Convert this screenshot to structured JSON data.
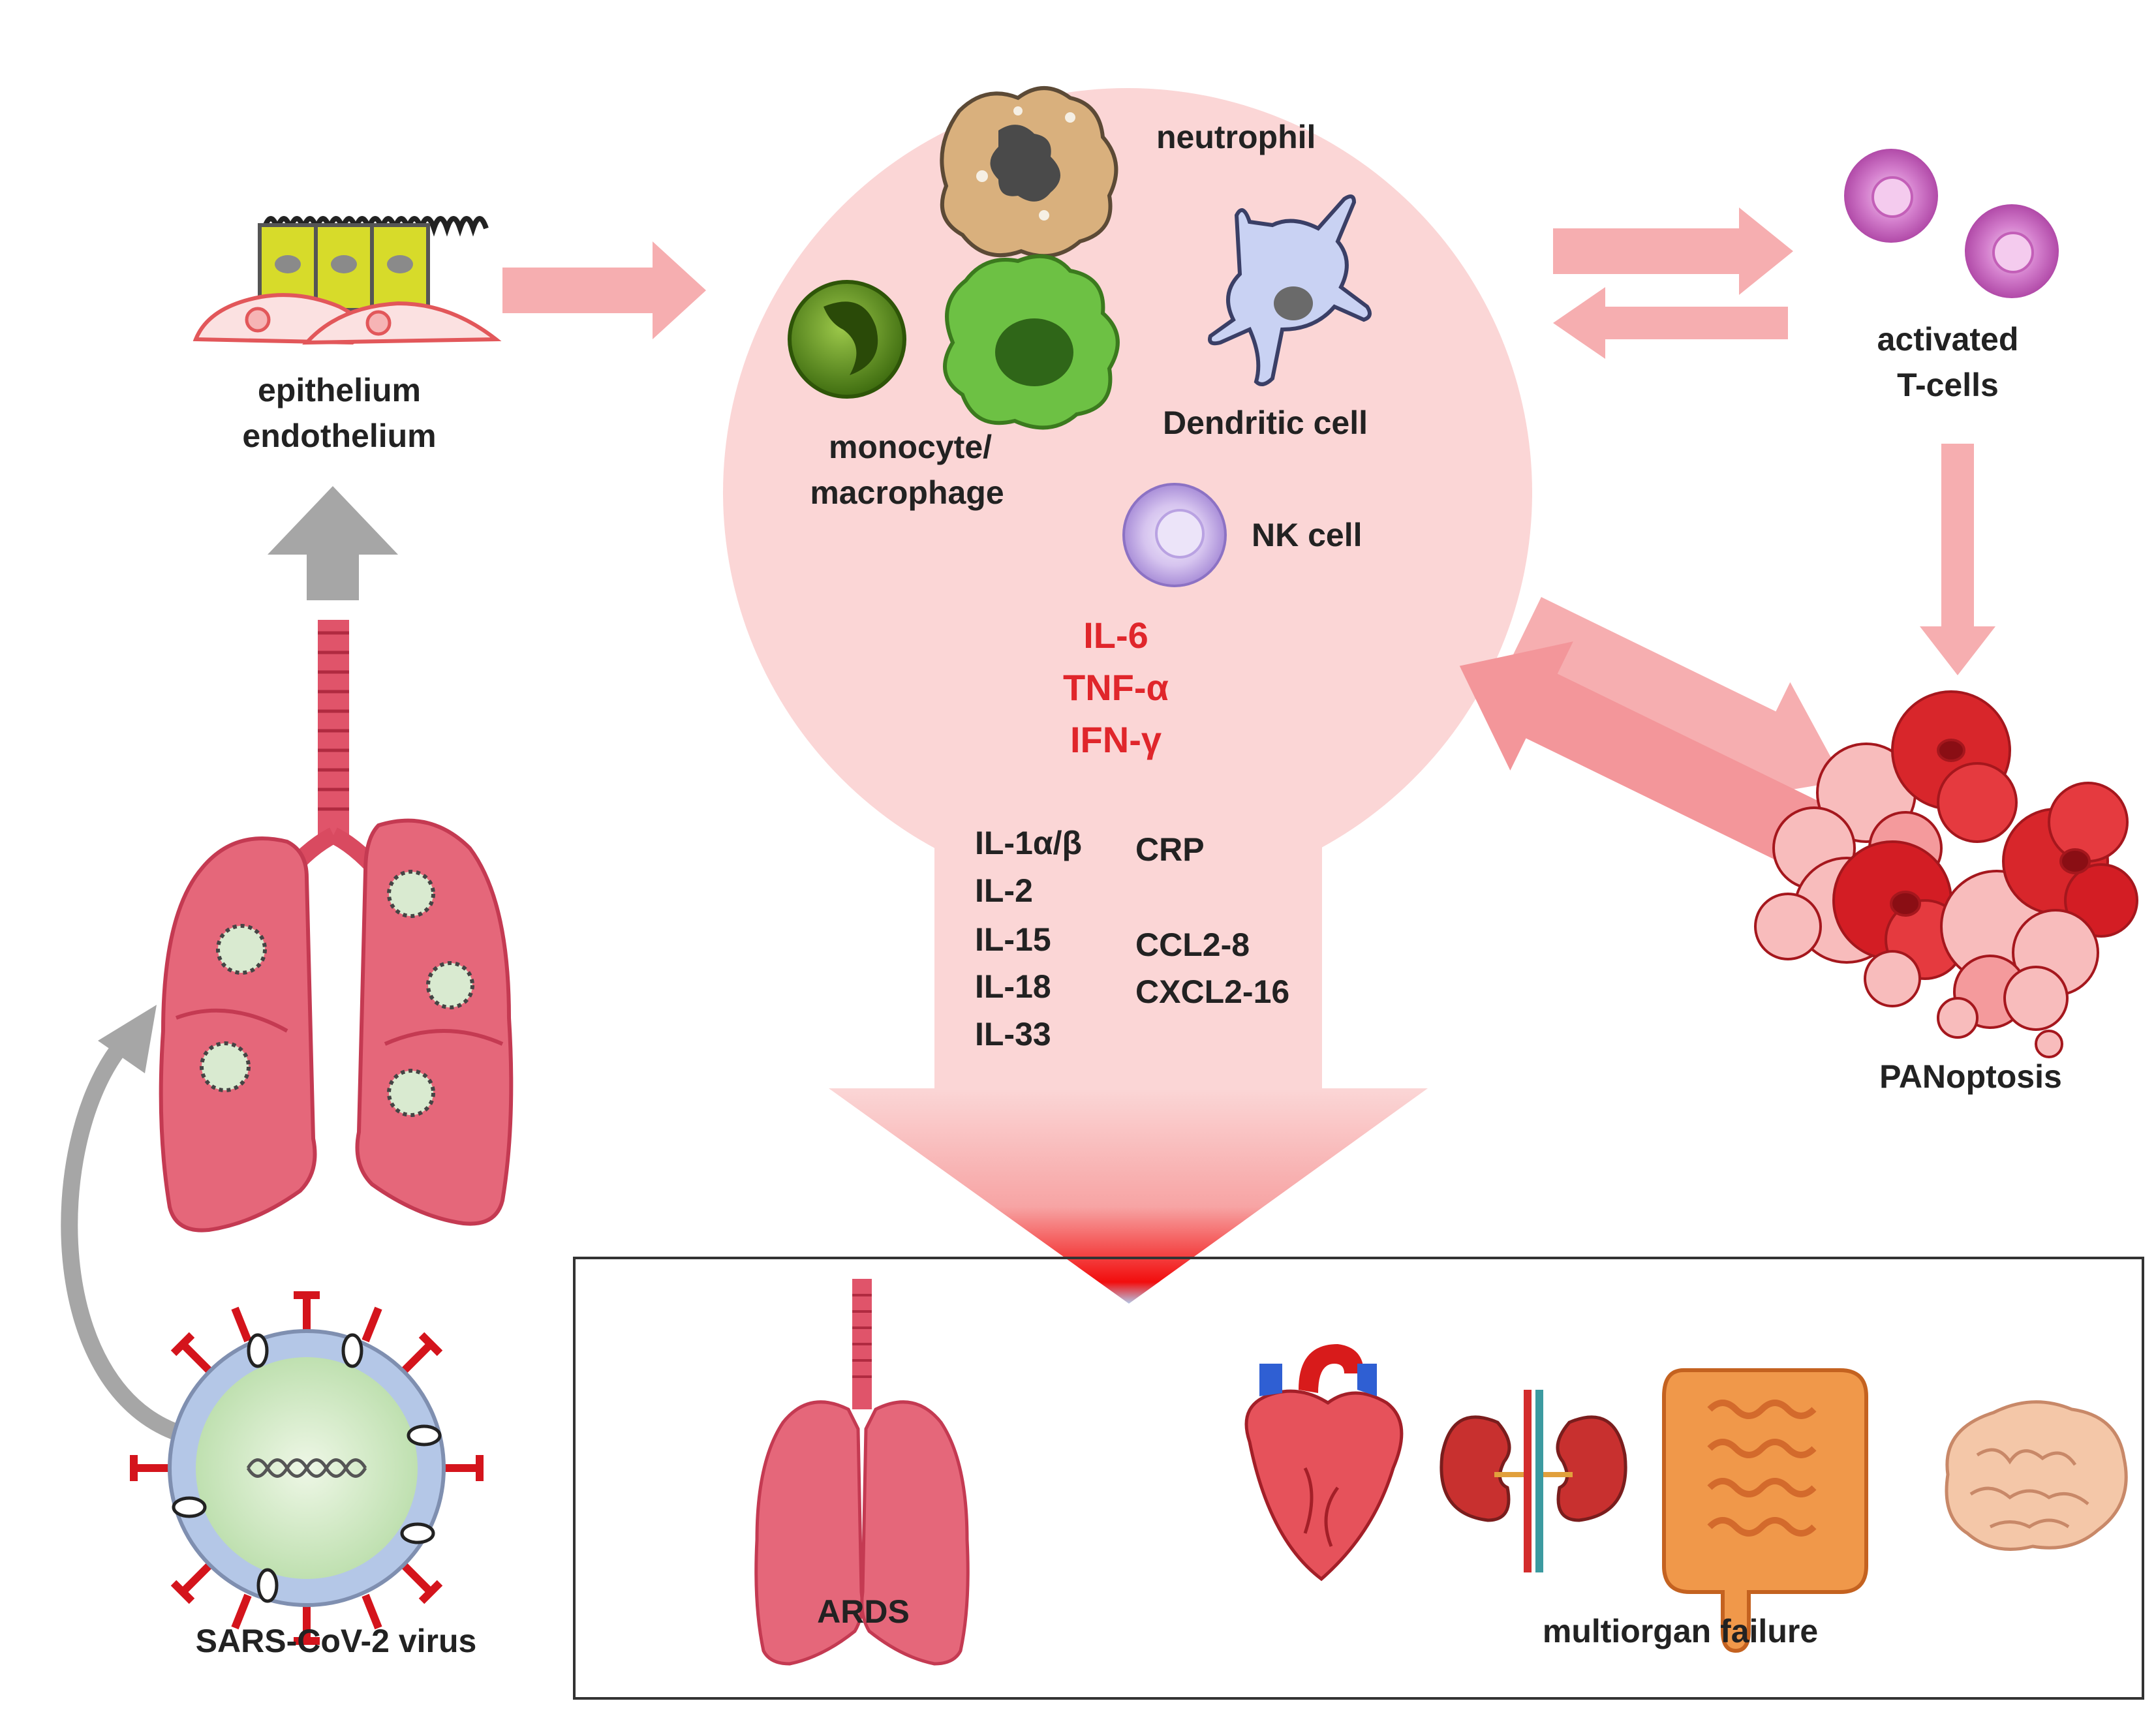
{
  "colors": {
    "pink_fill": "#fbd6d6",
    "arrow_pink": "#f6aeb0",
    "arrow_gray": "#a6a6a6",
    "cytokine_red": "#e0262b",
    "text_dark": "#222222"
  },
  "labels": {
    "epithelium": "epithelium",
    "endothelium": "endothelium",
    "neutrophil": "neutrophil",
    "monocyte": "monocyte/",
    "macrophage": "macrophage",
    "dendritic": "Dendritic cell",
    "nk": "NK cell",
    "activated": "activated",
    "tcells": "T-cells",
    "panoptosis": "PANoptosis",
    "sars": "SARS-CoV-2 virus",
    "ards": "ARDS",
    "multiorgan": "multiorgan failure"
  },
  "cytokines_major": [
    "IL-6",
    "TNF-α",
    "IFN-γ"
  ],
  "cytokines_left": [
    "IL-1α/β",
    "IL-2",
    "IL-15",
    "IL-18",
    "IL-33"
  ],
  "cytokines_right": [
    "CRP",
    "CCL2-8",
    "CXCL2-16"
  ],
  "icons": [
    "epithelium-endothelium-icon",
    "neutrophil-icon",
    "monocyte-icon",
    "macrophage-icon",
    "dendritic-cell-icon",
    "nk-cell-icon",
    "t-cell-icon",
    "panoptosis-icon",
    "lungs-icon",
    "virus-icon",
    "heart-icon",
    "kidneys-icon",
    "intestine-icon",
    "brain-icon"
  ]
}
